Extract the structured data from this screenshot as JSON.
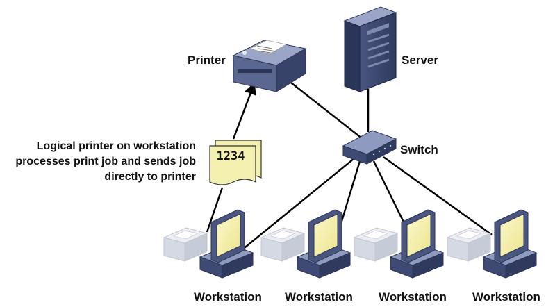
{
  "labels": {
    "printer": "Printer",
    "server": "Server",
    "switch": "Switch",
    "workstations": [
      "Workstation",
      "Workstation",
      "Workstation",
      "Workstation"
    ]
  },
  "caption": {
    "line1": "Logical printer on workstation",
    "line2": "processes print job and sends job",
    "line3": "directly to printer"
  },
  "print_job": {
    "number": "1234"
  },
  "colors": {
    "device_dark": "#3d4a72",
    "device_mid": "#6b789f",
    "device_light": "#a8b3d2",
    "screen": "#f5f0a8",
    "document": "#f3f0b0",
    "faded_printer": "#d9dce3",
    "line": "#000000"
  }
}
